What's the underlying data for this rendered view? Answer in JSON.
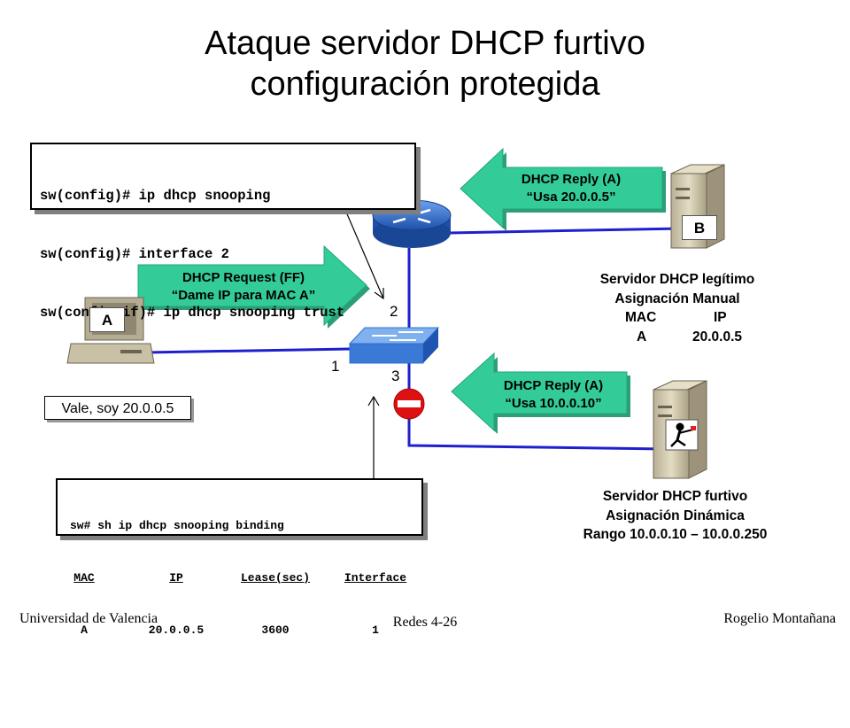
{
  "title": {
    "line1": "Ataque servidor DHCP furtivo",
    "line2": "configuración protegida"
  },
  "config_box": {
    "lines": [
      "sw(config)# ip dhcp snooping",
      "sw(config)# interface 2",
      "sw(config-if)# ip dhcp snooping trust"
    ]
  },
  "arrows": {
    "request": {
      "line1": "DHCP Request (FF)",
      "line2": "“Dame IP para MAC A”"
    },
    "reply_legit": {
      "line1": "DHCP Reply (A)",
      "line2": "“Usa 20.0.0.5”"
    },
    "reply_rogue": {
      "line1": "DHCP Reply (A)",
      "line2": "“Usa 10.0.0.10”"
    }
  },
  "hosts": {
    "client": "A",
    "legit_server": "B"
  },
  "ports": {
    "p1": "1",
    "p2": "2",
    "p3": "3"
  },
  "client_reply": "Vale, soy 20.0.0.5",
  "legit_server": {
    "line1": "Servidor DHCP legítimo",
    "line2": "Asignación Manual",
    "table": {
      "h1": "MAC",
      "h2": "IP",
      "v1": "A",
      "v2": "20.0.0.5"
    }
  },
  "rogue_server": {
    "line1": "Servidor  DHCP furtivo",
    "line2": "Asignación Dinámica",
    "line3": "Rango 10.0.0.10 – 10.0.0.250"
  },
  "binding_box": {
    "command": "sw# sh ip dhcp snooping binding",
    "headers": [
      "MAC",
      "IP",
      "Lease(sec)",
      "Interface"
    ],
    "row": [
      "A",
      "20.0.0.5",
      "3600",
      "1"
    ]
  },
  "footer": {
    "left": "Universidad de Valencia",
    "center": "Redes 4-26",
    "right": "Rogelio Montañana"
  },
  "colors": {
    "link": "#1f1fcf",
    "arrow_green": "#33cc99",
    "router_blue": "#2f6fcf",
    "switch_blue": "#3a7ad6",
    "block_red": "#dd1111",
    "server_beige": "#d9d0b4"
  }
}
